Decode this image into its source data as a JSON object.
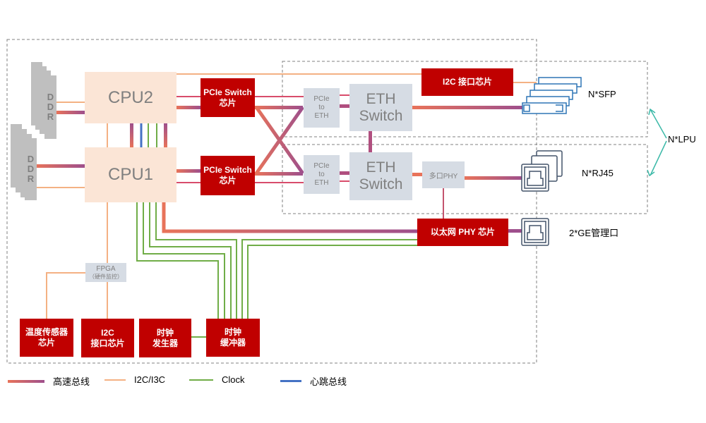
{
  "diagram": {
    "nodes": {
      "cpu2": "CPU2",
      "cpu1": "CPU1",
      "ddr_letters": [
        "D",
        "D",
        "R"
      ],
      "pcie_switch_top": [
        "PCIe Switch",
        "芯片"
      ],
      "pcie_switch_bottom": [
        "PCIe Switch",
        "芯片"
      ],
      "pcie_to_eth_top": [
        "PCIe",
        "to",
        "ETH"
      ],
      "pcie_to_eth_bottom": [
        "PCIe",
        "to",
        "ETH"
      ],
      "eth_switch_top": [
        "ETH",
        "Switch"
      ],
      "eth_switch_bottom": [
        "ETH",
        "Switch"
      ],
      "i2c_chip_top": "I2C 接口芯片",
      "multi_port_phy": "多口PHY",
      "eth_phy_chip": "以太网 PHY 芯片",
      "fpga": [
        "FPGA",
        "（硬件监控）"
      ],
      "temp_sensor": [
        "温度传感器",
        "芯片"
      ],
      "i2c_chip_bottom": [
        "I2C",
        "接口芯片"
      ],
      "clock_generator": [
        "时钟",
        "发生器"
      ],
      "clock_buffer": [
        "时钟",
        "缓冲器"
      ]
    },
    "ports": {
      "sfp": "N*SFP",
      "rj45": "N*RJ45",
      "mgmt": "2*GE管理口",
      "lpu": "N*LPU"
    },
    "legend": [
      {
        "label": "高速总线",
        "type": "high-speed-bus"
      },
      {
        "label": "I2C/I3C",
        "type": "i2c-i3c"
      },
      {
        "label": "Clock",
        "type": "clock"
      },
      {
        "label": "心跳总线",
        "type": "heartbeat-bus"
      }
    ],
    "colors": {
      "chip_red": "#c00000",
      "cpu_fill": "#fbe5d6",
      "gray_fill": "#d6dce4",
      "ddr_fill": "#bfbfbf",
      "bus_start": "#e8735a",
      "bus_end": "#9e4f8c",
      "i2c": "#f4b183",
      "clock": "#70ad47",
      "heartbeat": "#4472c4",
      "port_blue": "#2e75b6",
      "port_gray": "#44546a",
      "lpu_arrow": "#3cb9a8"
    }
  }
}
